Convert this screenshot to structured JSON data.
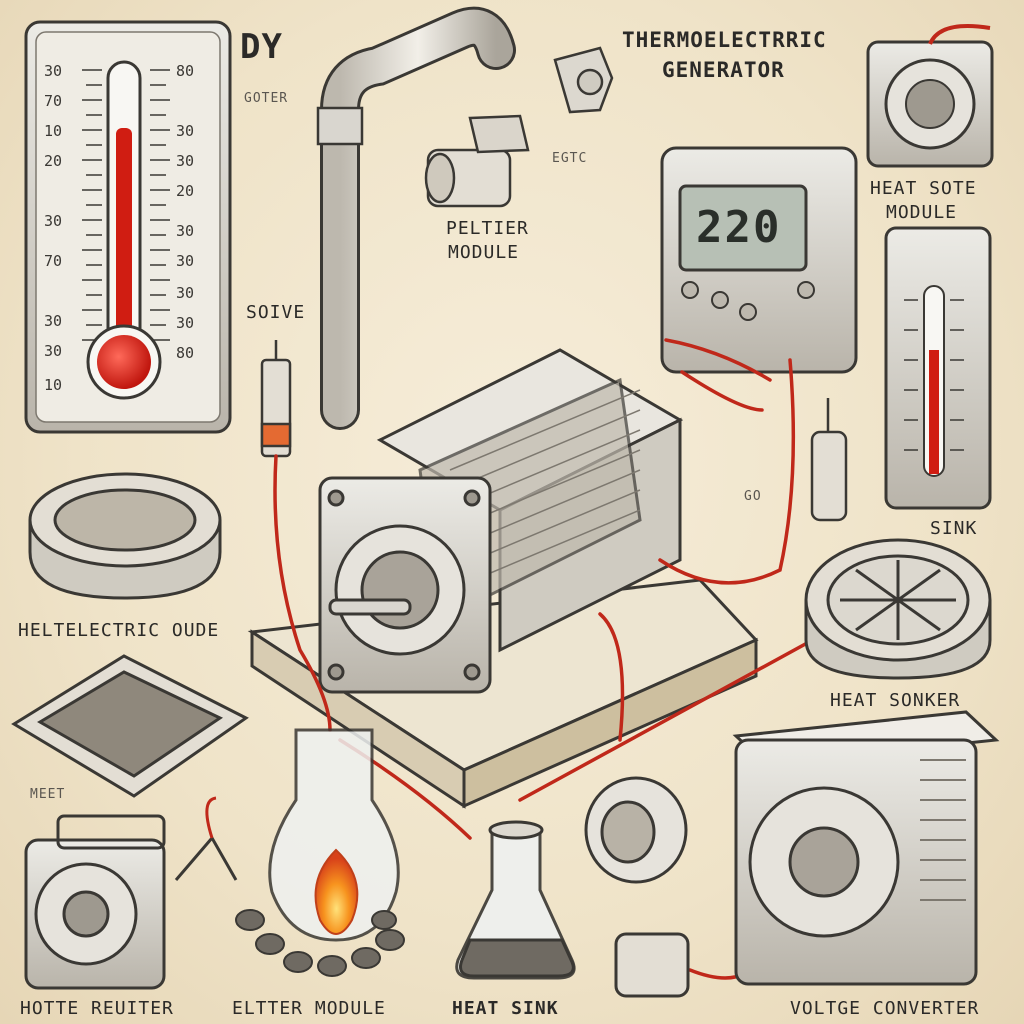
{
  "title": {
    "line1": "THERMOELECTRRIC",
    "line2": "GENERATOR"
  },
  "corner": {
    "big": "DY",
    "small": "GOTER"
  },
  "labels": {
    "peltier_top_1": "PELTIER",
    "peltier_top_2": "MODULE",
    "heat_sote_1": "HEAT SOTE",
    "heat_sote_2": "MODULE",
    "solve": "SOIVE",
    "egtc": "EGTC",
    "sink": "SINK",
    "heltelectric": "HELTELECTRIC OUDE",
    "heat_sonker": "HEAT SONKER",
    "meet": "MEET",
    "go": "GO",
    "bottom_1": "HOTTE REUITER",
    "bottom_2": "ELTTER MODULE",
    "bottom_3": "HEAT SINK",
    "bottom_4": "VOLTGE CONVERTER"
  },
  "meter": {
    "reading": "220"
  },
  "thermometer": {
    "left_ticks": [
      "30",
      "70",
      "10",
      "20",
      "30",
      "70",
      "30",
      "30",
      "10"
    ],
    "right_ticks": [
      "80",
      "30",
      "30",
      "20",
      "30",
      "30",
      "30",
      "30",
      "80"
    ],
    "fill_level": 0.8
  },
  "colors": {
    "wire": "#c0281a",
    "paper": "#f1e6cf",
    "metal": "#d9d6cf",
    "ink": "#2b2a28",
    "flame": "#f07a1c"
  }
}
